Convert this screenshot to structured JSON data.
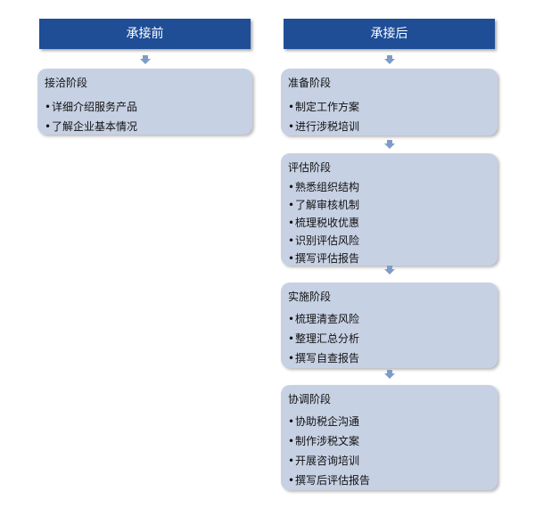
{
  "left": {
    "header": "承接前",
    "stages": [
      {
        "title": "接洽阶段",
        "items": [
          "详细介绍服务产品",
          "了解企业基本情况"
        ]
      }
    ]
  },
  "right": {
    "header": "承接后",
    "stages": [
      {
        "title": "准备阶段",
        "items": [
          "制定工作方案",
          "进行涉税培训"
        ]
      },
      {
        "title": "评估阶段",
        "items": [
          "熟悉组织结构",
          "了解审核机制",
          "梳理税收优惠",
          "识别评估风险",
          "撰写评估报告"
        ]
      },
      {
        "title": "实施阶段",
        "items": [
          "梳理清查风险",
          "整理汇总分析",
          "撰写自查报告"
        ]
      },
      {
        "title": "协调阶段",
        "items": [
          "协助税企沟通",
          "制作涉税文案",
          "开展咨询培训",
          "撰写后评估报告"
        ]
      }
    ]
  },
  "bullet_char": "•",
  "colors": {
    "header_bg": "#1f4e97",
    "card_bg": "#c7d1e4",
    "arrow": "#7f9cc9"
  }
}
